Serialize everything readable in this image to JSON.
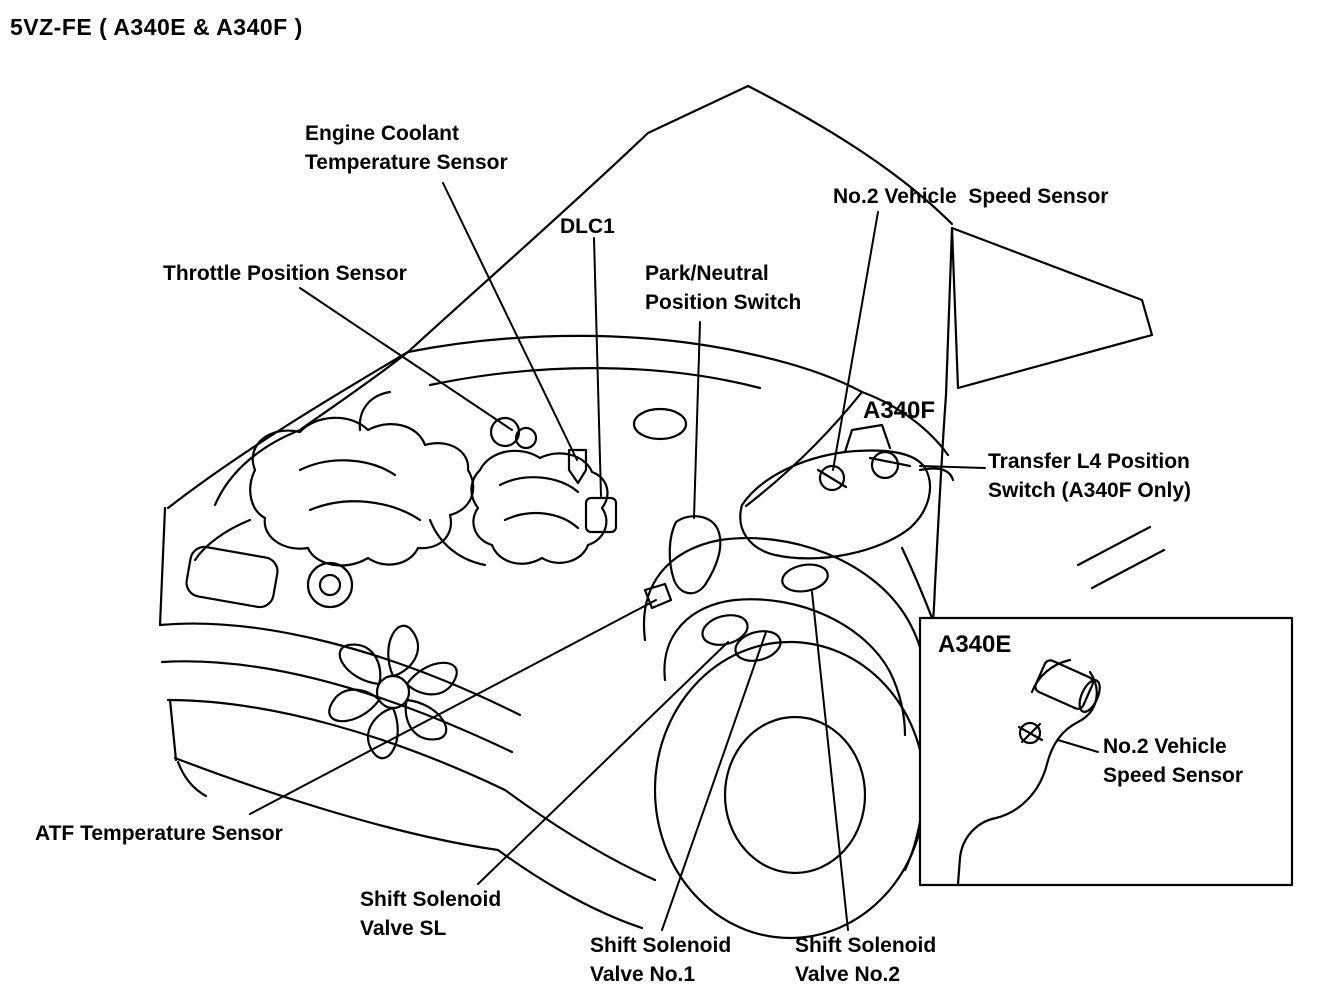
{
  "title": "5VZ-FE ( A340E & A340F )",
  "colors": {
    "ink": "#000000",
    "paper": "#ffffff"
  },
  "labels": {
    "engine_coolant_temp_sensor": "Engine Coolant\nTemperature Sensor",
    "dlc1": "DLC1",
    "throttle_position_sensor": "Throttle Position Sensor",
    "park_neutral_position_switch": "Park/Neutral\nPosition Switch",
    "no2_vehicle_speed_sensor": "No.2 Vehicle  Speed Sensor",
    "a340f_callout": "A340F",
    "transfer_l4_position_switch": "Transfer L4 Position\nSwitch (A340F Only)",
    "atf_temperature_sensor": "ATF Temperature Sensor",
    "shift_solenoid_valve_sl": "Shift Solenoid\nValve SL",
    "shift_solenoid_valve_no1": "Shift Solenoid\nValve No.1",
    "shift_solenoid_valve_no2": "Shift Solenoid\nValve No.2",
    "a340e_inset_title": "A340E",
    "inset_no2_vehicle_speed_sensor": "No.2 Vehicle\nSpeed Sensor"
  }
}
